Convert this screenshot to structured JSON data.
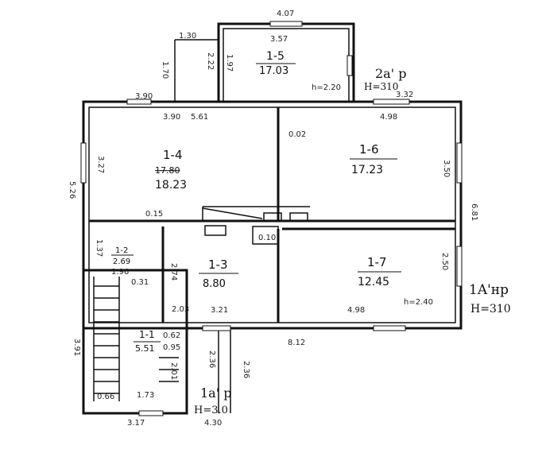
{
  "rooms": {
    "r1_5": {
      "id": "1-5",
      "old_area": "",
      "area": "17.03"
    },
    "r1_4": {
      "id": "1-4",
      "old_area": "17.80",
      "area": "18.23"
    },
    "r1_6": {
      "id": "1-6",
      "old_area": "",
      "area": "17.23"
    },
    "r1_2": {
      "id": "1-2",
      "old_area": "",
      "area": "2.69"
    },
    "r1_3": {
      "id": "1-3",
      "old_area": "",
      "area": "8.80"
    },
    "r1_7": {
      "id": "1-7",
      "old_area": "",
      "area": "12.45"
    },
    "r1_1": {
      "id": "1-1",
      "old_area": "",
      "area": "5.51"
    }
  },
  "blocks": {
    "b2a": {
      "name": "2a' р",
      "height": "H=310"
    },
    "b1a_right": {
      "name": "1A'нр",
      "height": "H=310"
    },
    "b1a_bottom": {
      "name": "1a' р",
      "height": "H=3.0"
    }
  },
  "dims": {
    "d407": "4.07",
    "d357": "3.57",
    "d130": "1.30",
    "d170": "1.70",
    "d222": "2.22",
    "d197": "1.97",
    "d220": "h=2.20",
    "d332": "3.32",
    "d390": "3.90",
    "d390b": "3.90",
    "d561": "5.61",
    "d498a": "4.98",
    "d002": "0.02",
    "d327": "3.27",
    "d526": "5.26",
    "d350": "3.50",
    "d681": "6.81",
    "d015": "0.15",
    "d010": "0.10",
    "d137": "1.37",
    "d196": "1.96",
    "d031": "0.31",
    "d274": "2.74",
    "d250": "2.50",
    "d203": "2.03",
    "d321": "3.21",
    "d498b": "4.98",
    "d240": "h=2.40",
    "d812": "8.12",
    "d391": "3.91",
    "d062": "0.62",
    "d095": "0.95",
    "d236a": "2.36",
    "d236b": "2.36",
    "d201": "2.01",
    "d173": "1.73",
    "d317": "3.17",
    "d430": "4.30",
    "d066": "0.66"
  }
}
